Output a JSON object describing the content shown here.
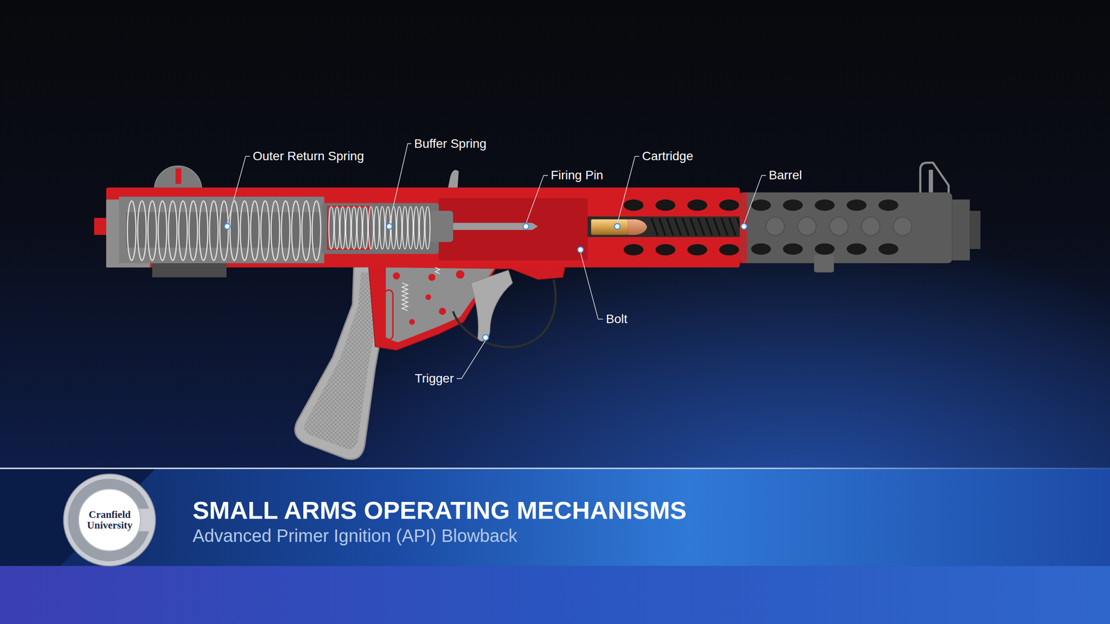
{
  "diagram": {
    "title": "SMALL ARMS OPERATING MECHANISMS",
    "caption": "Advanced Primer Ignition (API) Blowback",
    "nodes": [
      {
        "text": [
          "Cranfield University"
        ]
      }
    ],
    "edges": [],
    "labels": [
      "Outer Return Spring",
      "Buffer Spring",
      "Firing Pin",
      "Cartridge",
      "Barrel",
      "Bolt",
      "Trigger"
    ]
  }
}
